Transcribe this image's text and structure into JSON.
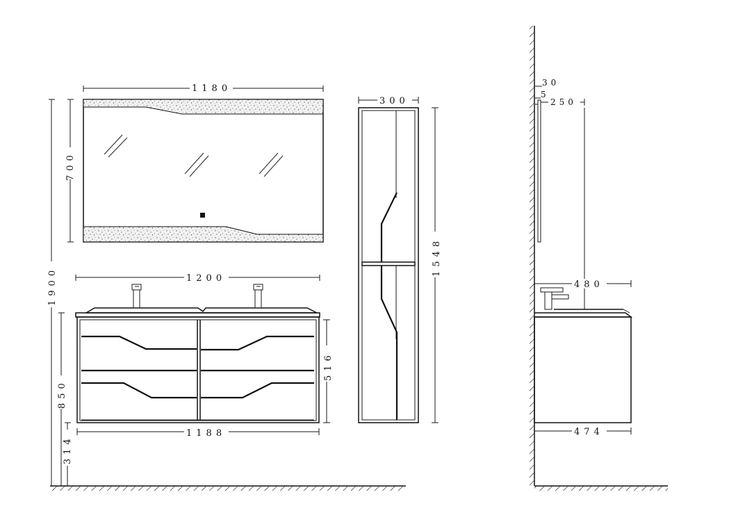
{
  "colors": {
    "line": "#1a1a1a",
    "background": "#ffffff",
    "stone": "#8a8a8a"
  },
  "front_view": {
    "mirror_width": "1180",
    "mirror_height": "700",
    "total_height": "1900",
    "vanity_top_width": "1200",
    "cabinet_height": "850",
    "drawer_height": "516",
    "cabinet_width": "1188",
    "floor_clearance": "314"
  },
  "tall_cabinet": {
    "width": "300",
    "height": "1548"
  },
  "side_view": {
    "mirror_thickness": "30",
    "mirror_gap": "5",
    "mirror_depth": "250",
    "top_depth": "480",
    "cabinet_depth": "474"
  }
}
